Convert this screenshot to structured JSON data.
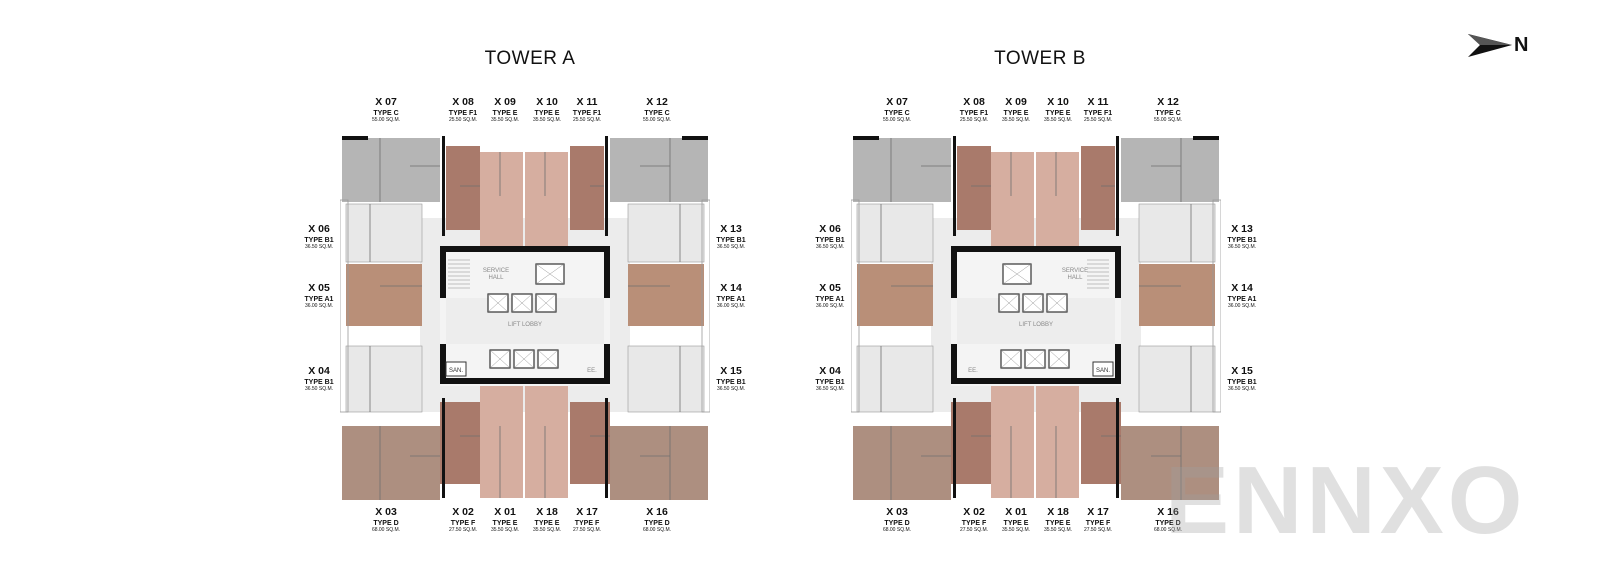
{
  "compass": {
    "label": "N",
    "icon": "north-arrow-icon"
  },
  "watermark": "ENNXO",
  "towers": [
    {
      "title": "TOWER A",
      "core": {
        "service_hall": "SERVICE HALL",
        "lift_lobby": "LIFT LOBBY",
        "san": "SAN.",
        "ee": "EE."
      },
      "units": [
        {
          "code": "X 07",
          "type": "TYPE C",
          "area": "55.00 SQ.M."
        },
        {
          "code": "X 08",
          "type": "TYPE F1",
          "area": "25.50 SQ.M."
        },
        {
          "code": "X 09",
          "type": "TYPE E",
          "area": "35.50 SQ.M."
        },
        {
          "code": "X 10",
          "type": "TYPE E",
          "area": "35.50 SQ.M."
        },
        {
          "code": "X 11",
          "type": "TYPE F1",
          "area": "25.50 SQ.M."
        },
        {
          "code": "X 12",
          "type": "TYPE C",
          "area": "55.00 SQ.M."
        },
        {
          "code": "X 06",
          "type": "TYPE B1",
          "area": "36.50 SQ.M."
        },
        {
          "code": "X 05",
          "type": "TYPE A1",
          "area": "36.00 SQ.M."
        },
        {
          "code": "X 04",
          "type": "TYPE B1",
          "area": "36.50 SQ.M."
        },
        {
          "code": "X 13",
          "type": "TYPE B1",
          "area": "36.50 SQ.M."
        },
        {
          "code": "X 14",
          "type": "TYPE A1",
          "area": "36.00 SQ.M."
        },
        {
          "code": "X 15",
          "type": "TYPE B1",
          "area": "36.50 SQ.M."
        },
        {
          "code": "X 03",
          "type": "TYPE D",
          "area": "68.00 SQ.M."
        },
        {
          "code": "X 02",
          "type": "TYPE F",
          "area": "27.50 SQ.M."
        },
        {
          "code": "X 01",
          "type": "TYPE E",
          "area": "35.50 SQ.M."
        },
        {
          "code": "X 18",
          "type": "TYPE E",
          "area": "35.50 SQ.M."
        },
        {
          "code": "X 17",
          "type": "TYPE F",
          "area": "27.50 SQ.M."
        },
        {
          "code": "X 16",
          "type": "TYPE D",
          "area": "68.00 SQ.M."
        }
      ]
    },
    {
      "title": "TOWER B",
      "core": {
        "service_hall": "SERVICE HALL",
        "lift_lobby": "LIFT LOBBY",
        "san": "SAN.",
        "ee": "EE."
      },
      "units": [
        {
          "code": "X 07",
          "type": "TYPE C",
          "area": "55.00 SQ.M."
        },
        {
          "code": "X 08",
          "type": "TYPE F1",
          "area": "25.50 SQ.M."
        },
        {
          "code": "X 09",
          "type": "TYPE E",
          "area": "35.50 SQ.M."
        },
        {
          "code": "X 10",
          "type": "TYPE E",
          "area": "35.50 SQ.M."
        },
        {
          "code": "X 11",
          "type": "TYPE F1",
          "area": "25.50 SQ.M."
        },
        {
          "code": "X 12",
          "type": "TYPE C",
          "area": "55.00 SQ.M."
        },
        {
          "code": "X 06",
          "type": "TYPE B1",
          "area": "36.50 SQ.M."
        },
        {
          "code": "X 05",
          "type": "TYPE A1",
          "area": "36.00 SQ.M."
        },
        {
          "code": "X 04",
          "type": "TYPE B1",
          "area": "36.50 SQ.M."
        },
        {
          "code": "X 13",
          "type": "TYPE B1",
          "area": "36.50 SQ.M."
        },
        {
          "code": "X 14",
          "type": "TYPE A1",
          "area": "36.00 SQ.M."
        },
        {
          "code": "X 15",
          "type": "TYPE B1",
          "area": "36.50 SQ.M."
        },
        {
          "code": "X 03",
          "type": "TYPE D",
          "area": "68.00 SQ.M."
        },
        {
          "code": "X 02",
          "type": "TYPE F",
          "area": "27.50 SQ.M."
        },
        {
          "code": "X 01",
          "type": "TYPE E",
          "area": "35.50 SQ.M."
        },
        {
          "code": "X 18",
          "type": "TYPE E",
          "area": "35.50 SQ.M."
        },
        {
          "code": "X 17",
          "type": "TYPE F",
          "area": "27.50 SQ.M."
        },
        {
          "code": "X 16",
          "type": "TYPE D",
          "area": "68.00 SQ.M."
        }
      ]
    }
  ],
  "colors": {
    "type_c": "#b5b5b5",
    "type_f1": "#a97a6b",
    "type_e": "#d6aea0",
    "type_b1": "#e8e8e8",
    "type_a1": "#b98f78",
    "type_d": "#ad8f80",
    "type_f": "#a97a6b",
    "wall": "#111111",
    "corridor": "#ececec"
  }
}
